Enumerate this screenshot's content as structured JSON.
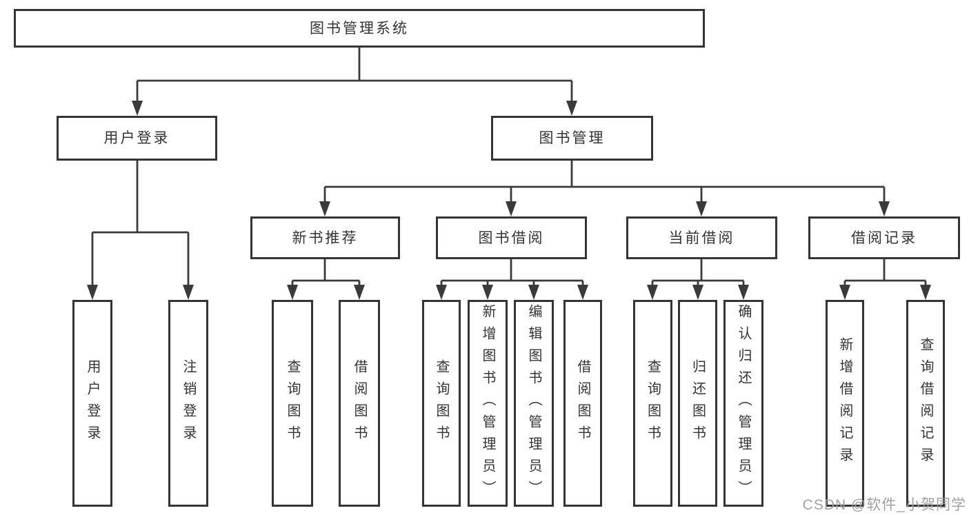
{
  "diagram": {
    "root": {
      "label": "图书管理系统"
    },
    "level2": [
      {
        "label": "用户登录",
        "children": [
          {
            "label": "用户登录"
          },
          {
            "label": "注销登录"
          }
        ]
      },
      {
        "label": "图书管理",
        "children": [
          {
            "label": "新书推荐",
            "children": [
              {
                "label": "查询图书"
              },
              {
                "label": "借阅图书"
              }
            ]
          },
          {
            "label": "图书借阅",
            "children": [
              {
                "label": "查询图书"
              },
              {
                "label": "新增图书（管理员）"
              },
              {
                "label": "编辑图书（管理员）"
              },
              {
                "label": "借阅图书"
              }
            ]
          },
          {
            "label": "当前借阅",
            "children": [
              {
                "label": "查询图书"
              },
              {
                "label": "归还图书"
              },
              {
                "label": "确认归还（管理员）"
              }
            ]
          },
          {
            "label": "借阅记录",
            "children": [
              {
                "label": "新增借阅记录"
              },
              {
                "label": "查询借阅记录"
              }
            ]
          }
        ]
      }
    ]
  },
  "watermark": {
    "text": "CSDN @软件_小贺同学"
  },
  "colors": {
    "line": "#3a3a3a",
    "border": "#343434",
    "text": "#333333",
    "watermark": "#a0a0a0",
    "background": "#ffffff"
  }
}
